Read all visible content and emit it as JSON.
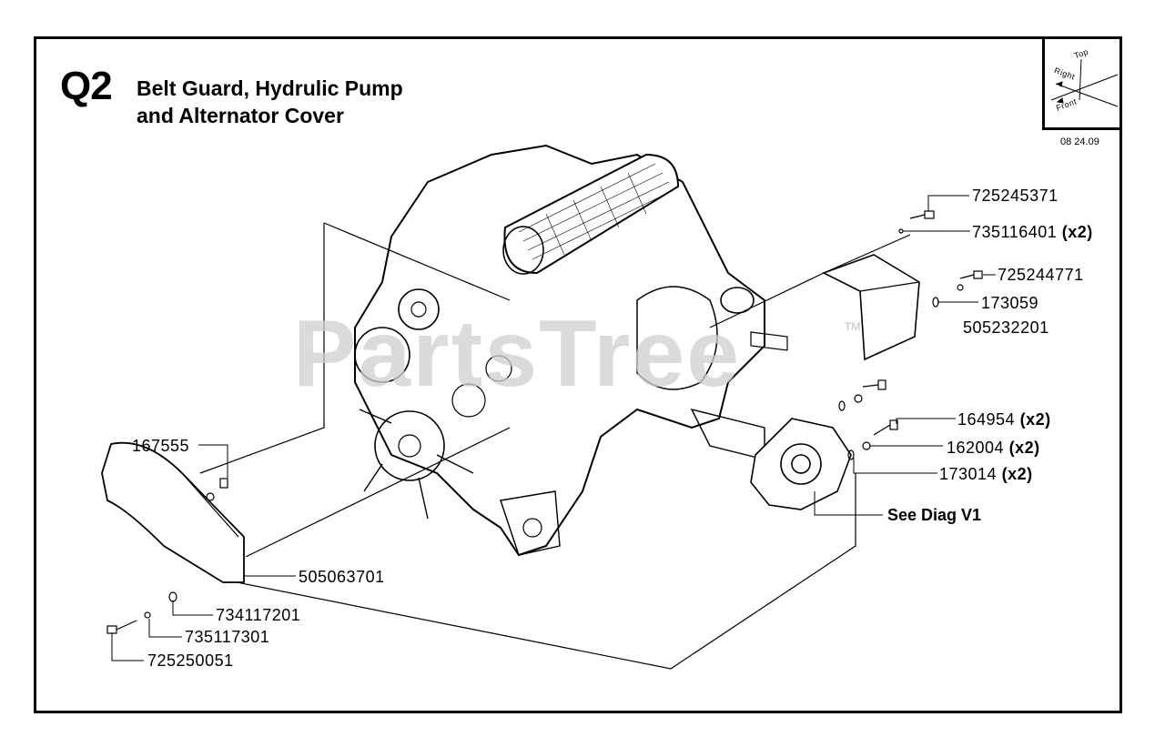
{
  "diagram": {
    "code": "Q2",
    "title_line1": "Belt Guard, Hydrulic Pump",
    "title_line2": "and Alternator Cover",
    "date": "08 24.09",
    "watermark": "PartsTree",
    "watermark_tm": "TM",
    "compass": {
      "top": "Top",
      "right": "Right",
      "front": "Front"
    },
    "see_diag": "See Diag V1",
    "parts": [
      {
        "number": "725245371",
        "qty": ""
      },
      {
        "number": "735116401",
        "qty": "(x2)"
      },
      {
        "number": "725244771",
        "qty": ""
      },
      {
        "number": "173059",
        "qty": ""
      },
      {
        "number": "505232201",
        "qty": ""
      },
      {
        "number": "164954",
        "qty": "(x2)"
      },
      {
        "number": "162004",
        "qty": "(x2)"
      },
      {
        "number": "173014",
        "qty": "(x2)"
      },
      {
        "number": "167555",
        "qty": ""
      },
      {
        "number": "505063701",
        "qty": ""
      },
      {
        "number": "734117201",
        "qty": ""
      },
      {
        "number": "735117301",
        "qty": ""
      },
      {
        "number": "725250051",
        "qty": ""
      }
    ]
  }
}
